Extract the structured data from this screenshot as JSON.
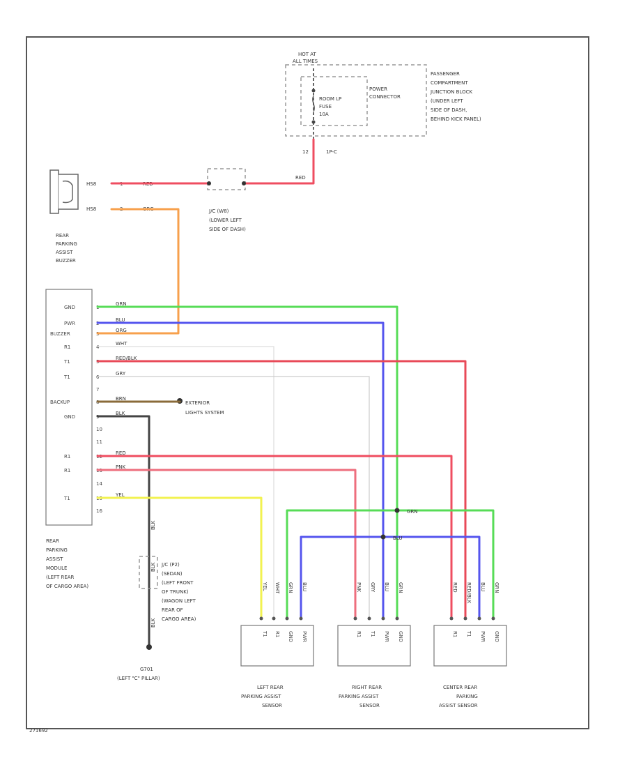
{
  "diagram": {
    "footer_code": "271692",
    "colors": {
      "RED": "#ef4d60",
      "ORG": "#f7a04c",
      "GRN": "#57dc57",
      "BLU": "#5555ee",
      "YEL": "#f2f250",
      "PNK": "#ee6e7e",
      "GRY": "#cccccc",
      "WHT": "#dddddd",
      "BRN": "#8a6b3a",
      "BLK": "#444444",
      "REDBLK": "#e84a58"
    },
    "labels": {
      "hot_at": [
        "HOT AT",
        "ALL TIMES"
      ],
      "fuse": [
        "ROOM LP",
        "FUSE",
        "10A"
      ],
      "power_connector": [
        "POWER",
        "CONNECTOR"
      ],
      "junction_block": [
        "PASSENGER",
        "COMPARTMENT",
        "JUNCTION BLOCK",
        "(UNDER LEFT",
        "SIDE OF DASH,",
        "BEHIND KICK PANEL)"
      ],
      "connector_1p": "1P-C",
      "connector_1p_pin": "12",
      "jc_dash": [
        "J/C (W8)",
        "(LOWER LEFT",
        "SIDE OF DASH)"
      ],
      "buzzer": [
        "REAR",
        "PARKING",
        "ASSIST",
        "BUZZER"
      ],
      "module": [
        "REAR",
        "PARKING",
        "ASSIST",
        "MODULE",
        "(LEFT REAR",
        "OF CARGO AREA)"
      ],
      "exterior_lights": [
        "EXTERIOR",
        "LIGHTS SYSTEM"
      ],
      "jc_trunk": [
        "J/C (P2)",
        "(SEDAN)",
        "(LEFT FRONT",
        "OF TRUNK)",
        "(WAGON LEFT",
        "REAR OF",
        "CARGO AREA)"
      ],
      "ground": [
        "G701",
        "(LEFT \"C\" PILLAR)"
      ],
      "left_sensor": [
        "LEFT REAR",
        "PARKING ASSIST",
        "SENSOR"
      ],
      "right_sensor": [
        "RIGHT REAR",
        "PARKING ASSIST",
        "SENSOR"
      ],
      "center_sensor": [
        "CENTER REAR",
        "PARKING",
        "ASSIST SENSOR"
      ]
    },
    "module_pins": [
      {
        "name": "GND",
        "num": "1",
        "color": "GRN"
      },
      {
        "name": "PWR",
        "num": "2",
        "color": "BLU"
      },
      {
        "name": "BUZZER",
        "num": "3",
        "color": "ORG"
      },
      {
        "name": "R1",
        "num": "4",
        "color": "WHT"
      },
      {
        "name": "T1",
        "num": "5",
        "color": "RED/BLK"
      },
      {
        "name": "T1",
        "num": "6",
        "color": "GRY"
      },
      {
        "name": "",
        "num": "7",
        "color": ""
      },
      {
        "name": "BACKUP",
        "num": "8",
        "color": "BRN"
      },
      {
        "name": "GND",
        "num": "9",
        "color": "BLK"
      },
      {
        "name": "",
        "num": "10",
        "color": ""
      },
      {
        "name": "",
        "num": "11",
        "color": ""
      },
      {
        "name": "R1",
        "num": "12",
        "color": "RED"
      },
      {
        "name": "R1",
        "num": "13",
        "color": "PNK"
      },
      {
        "name": "",
        "num": "14",
        "color": ""
      },
      {
        "name": "T1",
        "num": "15",
        "color": "YEL"
      },
      {
        "name": "",
        "num": "16",
        "color": ""
      }
    ],
    "buzzer_pins": [
      {
        "num": "1",
        "color": "RED",
        "conn": "HS8"
      },
      {
        "num": "2",
        "color": "ORG",
        "conn": "HS8"
      }
    ],
    "wire_tags": {
      "red_top": "RED",
      "ground_blk_1": "BLK",
      "ground_blk_2": "BLK",
      "ground_blk_3": "BLK",
      "bus_grn": "GRN",
      "bus_blu": "BLU"
    },
    "sensors": [
      {
        "pins": [
          "T1",
          "R1",
          "GND",
          "PWR"
        ],
        "wires": [
          "YEL",
          "WHT",
          "GRN",
          "BLU"
        ]
      },
      {
        "pins": [
          "R1",
          "T1",
          "PWR",
          "GND"
        ],
        "wires": [
          "PNK",
          "GRY",
          "BLU",
          "GRN"
        ]
      },
      {
        "pins": [
          "R1",
          "T1",
          "PWR",
          "GND"
        ],
        "wires": [
          "RED",
          "RED/BLK",
          "BLU",
          "GRN"
        ]
      }
    ]
  }
}
